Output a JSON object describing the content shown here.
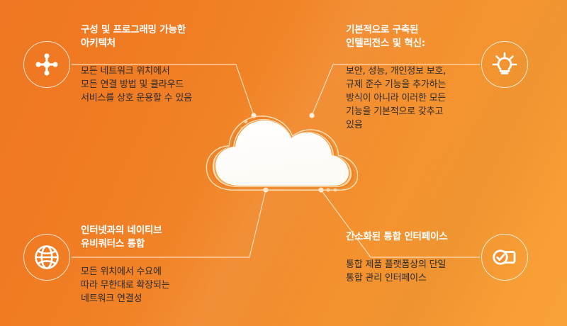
{
  "graphic": {
    "type": "cloud-infographic",
    "central_icon": "cloud-icon",
    "background_color_start": "#ef7622",
    "background_color_end": "#f9a238",
    "title_color": "#ffffff",
    "body_color": "#2b2b2b",
    "line_color": "#ffe9cf"
  },
  "quadrants": [
    {
      "position": "top-left",
      "icon": "network-hub-icon",
      "title": "구성 및 프로그래밍 가능한\n아키텍처",
      "body": "모든 네트워크 위치에서\n모든 연결 방법 및 클라우드\n서비스를 상호 운용할 수 있음"
    },
    {
      "position": "top-right",
      "icon": "lightbulb-icon",
      "title": "기본적으로 구축된\n인텔리전스 및 혁신:",
      "body": "보안, 성능, 개인정보 보호,\n규제 준수 기능을 추가하는\n방식이 아니라 이러한 모든\n기능을 기본적으로 갖추고\n있음"
    },
    {
      "position": "bottom-left",
      "icon": "globe-icon",
      "title": "인터넷과의 네이티브\n유비쿼터스 통합",
      "body": "모든 위치에서 수요에\n따라 무한대로 확장되는\n네트워크 연결성"
    },
    {
      "position": "bottom-right",
      "icon": "check-interface-icon",
      "title": "간소화된 통합 인터페이스",
      "body": "통합 제품 플랫폼상의 단일\n통합 관리 인터페이스"
    }
  ]
}
